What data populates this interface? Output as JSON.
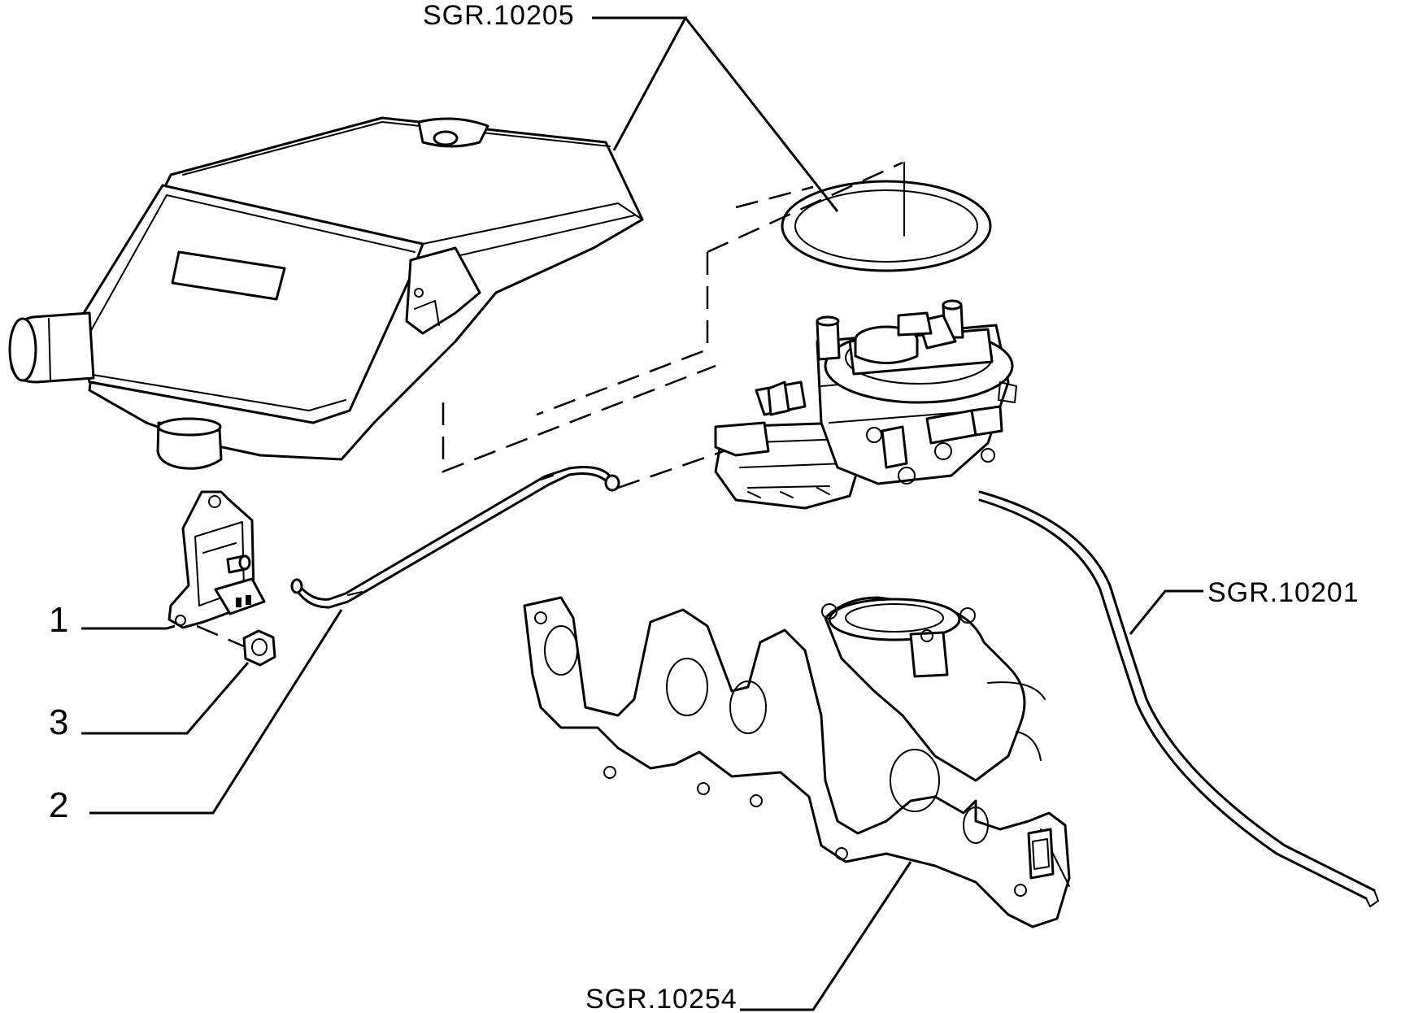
{
  "callouts": {
    "item_1": "1",
    "item_2": "2",
    "item_3": "3"
  },
  "references": {
    "air_filter": "SGR.10205",
    "throttle_hose": "SGR.10201",
    "intake_manifold": "SGR.10254"
  }
}
